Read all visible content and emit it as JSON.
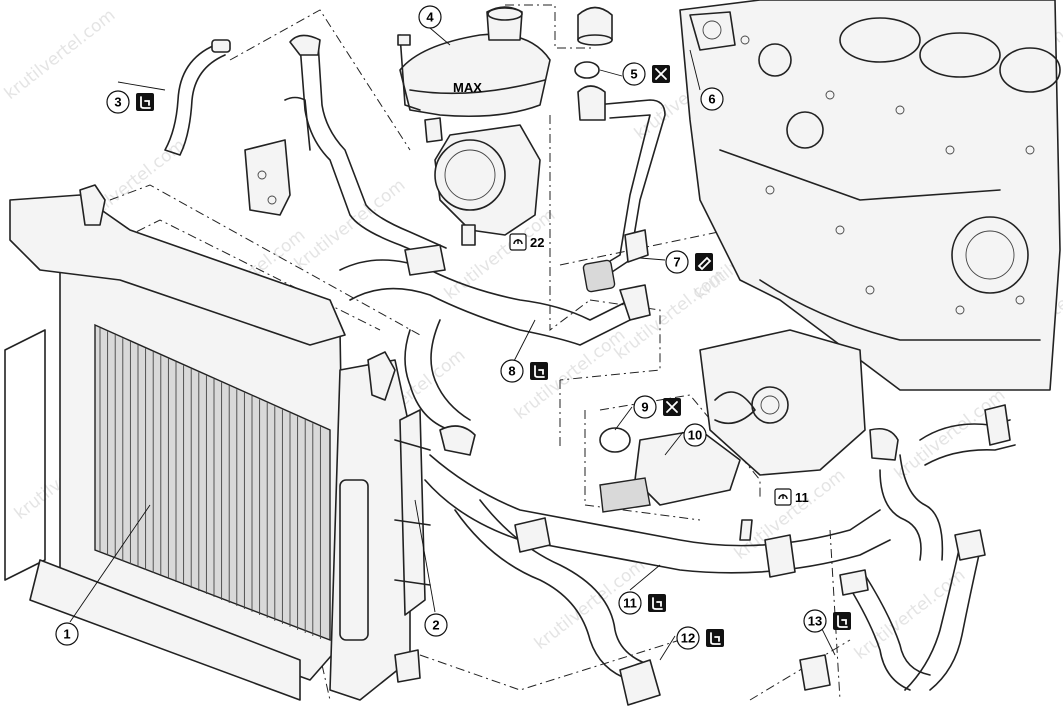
{
  "watermark": "krutilvertel.com",
  "callouts": [
    {
      "number": "1",
      "symbol": ""
    },
    {
      "number": "2",
      "symbol": ""
    },
    {
      "number": "3",
      "symbol": "hose-clamp-icon"
    },
    {
      "number": "4",
      "symbol": ""
    },
    {
      "number": "5",
      "symbol": "replace-cross-icon"
    },
    {
      "number": "6",
      "symbol": ""
    },
    {
      "number": "7",
      "symbol": "sealant-icon"
    },
    {
      "number": "8",
      "symbol": "hose-clamp-icon"
    },
    {
      "number": "9",
      "symbol": "replace-cross-icon"
    },
    {
      "number": "10",
      "symbol": ""
    },
    {
      "number": "11",
      "symbol": "hose-clamp-icon"
    },
    {
      "number": "12",
      "symbol": "hose-clamp-icon"
    },
    {
      "number": "13",
      "symbol": "hose-clamp-icon"
    }
  ],
  "torque_marks": [
    {
      "value": "22"
    },
    {
      "value": "11"
    }
  ],
  "tank_marking": "MAX"
}
